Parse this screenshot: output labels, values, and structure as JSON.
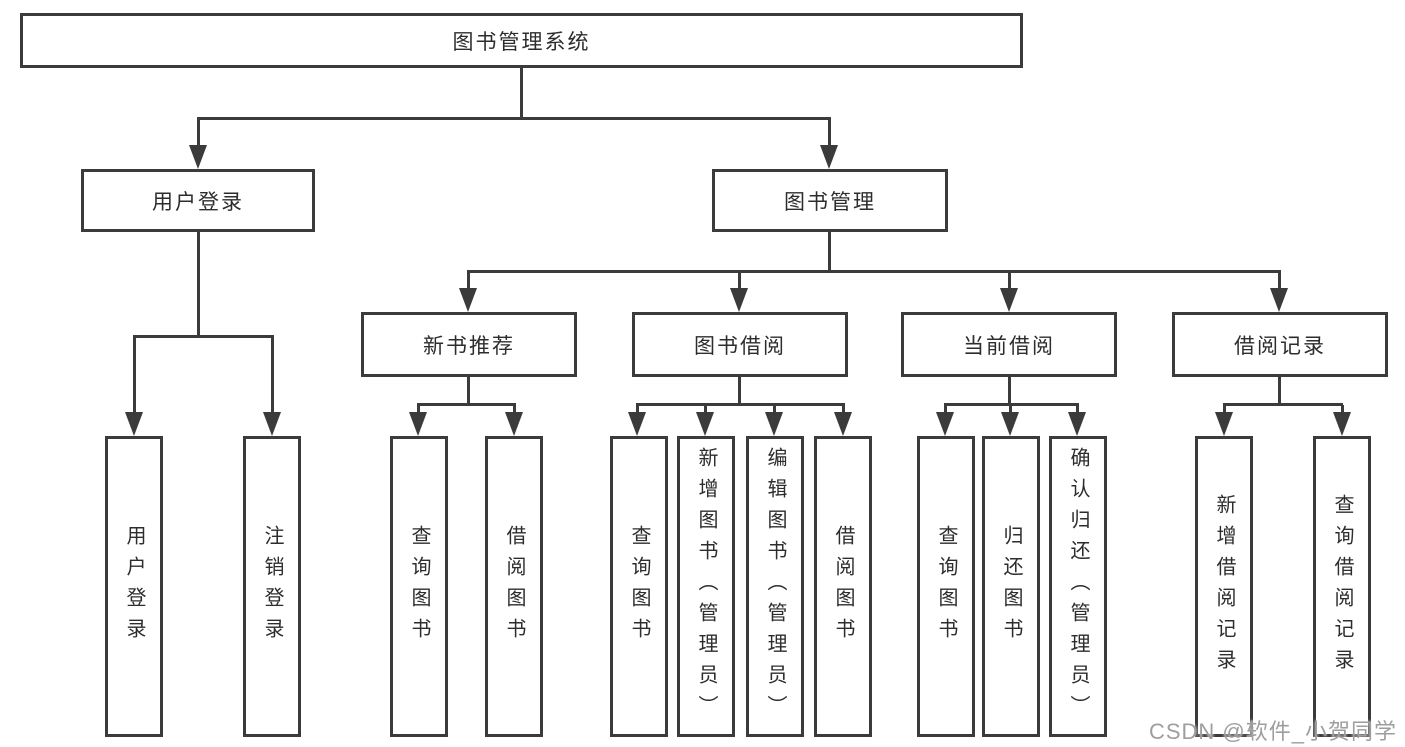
{
  "nodes": {
    "root": "图书管理系统",
    "user_login": "用户登录",
    "book_mgmt": "图书管理",
    "new_book": "新书推荐",
    "book_borrow": "图书借阅",
    "current_borrow": "当前借阅",
    "borrow_record": "借阅记录"
  },
  "leaves": {
    "user_login": "用户登录",
    "logout": "注销登录",
    "nb_query": "查询图书",
    "nb_borrow": "借阅图书",
    "bb_query": "查询图书",
    "bb_add": "新增图书（管理员）",
    "bb_edit": "编辑图书（管理员）",
    "bb_borrow": "借阅图书",
    "cb_query": "查询图书",
    "cb_return": "归还图书",
    "cb_confirm": "确认归还（管理员）",
    "br_add": "新增借阅记录",
    "br_query": "查询借阅记录"
  },
  "watermark": {
    "text": "CSDN @软件_小贺同学"
  },
  "colors": {
    "line": "#3b3b3b",
    "text": "#2d2d2d",
    "box_fill": "#ffffff",
    "watermark": "#9e9e9e",
    "background": "#ffffff"
  }
}
